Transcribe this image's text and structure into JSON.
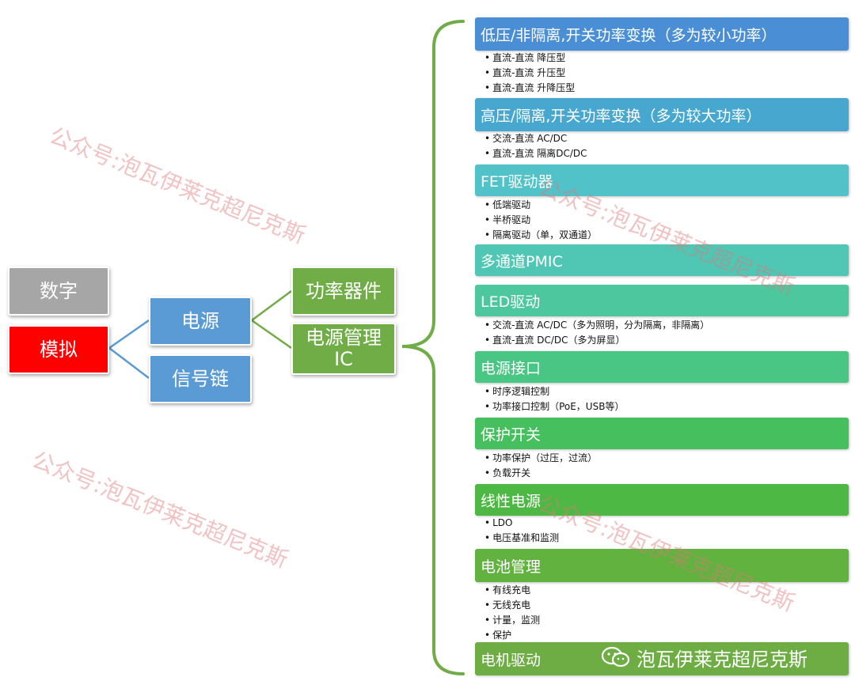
{
  "tree": {
    "level1": [
      {
        "id": "digital",
        "label": "数字",
        "color": "#a6a6a6"
      },
      {
        "id": "analog",
        "label": "模拟",
        "color": "#ff0000"
      }
    ],
    "level2": [
      {
        "id": "power",
        "label": "电源",
        "color": "#5b9bd5"
      },
      {
        "id": "signal-chain",
        "label": "信号链",
        "color": "#5b9bd5"
      }
    ],
    "level3": [
      {
        "id": "power-devices",
        "label": "功率器件",
        "color": "#70ad47"
      },
      {
        "id": "pmic",
        "label": "电源管理IC",
        "color": "#70ad47"
      }
    ]
  },
  "categories": [
    {
      "title": "低压/非隔离,开关功率变换（多为较小功率）",
      "color": "#4a8fd6",
      "items": [
        "直流-直流 降压型",
        "直流-直流 升压型",
        "直流-直流 升降压型"
      ]
    },
    {
      "title": "高压/隔离,开关功率变换（多为较大功率）",
      "color": "#48a7cf",
      "items": [
        "交流-直流 AC/DC",
        "直流-直流 隔离DC/DC"
      ]
    },
    {
      "title": "FET驱动器",
      "color": "#52c2c9",
      "items": [
        "低端驱动",
        "半桥驱动",
        "隔离驱动（单，双通道）"
      ]
    },
    {
      "title": "多通道PMIC",
      "color": "#4fc7b4",
      "items": []
    },
    {
      "title": "LED驱动",
      "color": "#4cc79e",
      "items": [
        "交流-直流 AC/DC（多为照明，分为隔离，非隔离）",
        "直流-直流 DC/DC（多为屏显）"
      ]
    },
    {
      "title": "电源接口",
      "color": "#49c584",
      "items": [
        "时序逻辑控制",
        "功率接口控制（PoE，USB等）"
      ]
    },
    {
      "title": "保护开关",
      "color": "#46bf5e",
      "items": [
        "功率保护（过压，过流）",
        "负载开关"
      ]
    },
    {
      "title": "线性电源",
      "color": "#4db844",
      "items": [
        "LDO",
        "电压基准和监测"
      ]
    },
    {
      "title": "电池管理",
      "color": "#62b240",
      "items": [
        "有线充电",
        "无线充电",
        "计量，监测",
        "保护"
      ]
    },
    {
      "title": "电机驱动",
      "color": "#6dad43",
      "items": []
    }
  ],
  "watermark": "公众号:泡瓦伊莱克超尼克斯",
  "brand": {
    "name": "泡瓦伊莱克超尼克斯",
    "icon": "wechat-icon"
  }
}
